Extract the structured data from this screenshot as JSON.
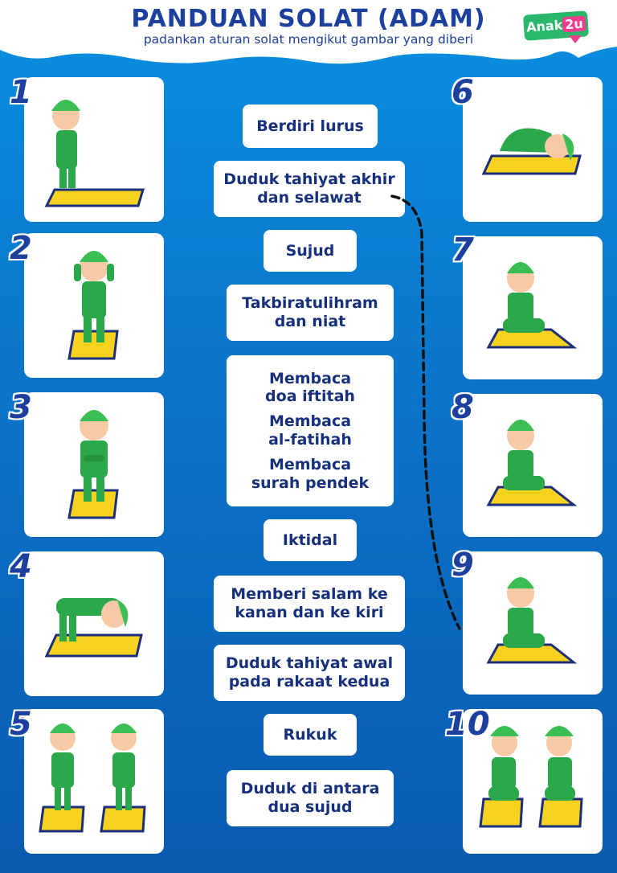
{
  "header": {
    "title": "PANDUAN SOLAT (ADAM)",
    "subtitle": "padankan aturan solat mengikut gambar yang diberi",
    "logo_main": "Anak",
    "logo_accent": "2u"
  },
  "numbers": [
    "1",
    "2",
    "3",
    "4",
    "5",
    "6",
    "7",
    "8",
    "9",
    "10"
  ],
  "labels": {
    "berdiri": "Berdiri lurus",
    "tahiyat_akhir": "Duduk tahiyat akhir\ndan selawat",
    "sujud": "Sujud",
    "takbir": "Takbiratulihram\ndan niat",
    "doa": "Membaca\ndoa iftitah",
    "fatihah": "Membaca\nal-fatihah",
    "surah": "Membaca\nsurah pendek",
    "iktidal": "Iktidal",
    "salam": "Memberi salam ke\nkanan dan ke kiri",
    "tahiyat_awal": "Duduk tahiyat awal\npada rakaat kedua",
    "rukuk": "Rukuk",
    "duduk_antara": "Duduk di antara\ndua sujud"
  },
  "icons": {
    "card1": "standing-boy-icon",
    "card2": "takbir-boy-icon",
    "card3": "qiyam-boy-icon",
    "card4": "rukuk-boy-icon",
    "card5": "iktidal-boys-icon",
    "card6": "sujud-boy-icon",
    "card7": "sitting-boy-icon",
    "card8": "sitting-boy-icon",
    "card9": "sitting-boy-icon",
    "card10": "salam-boys-icon"
  },
  "colors": {
    "background": "#0a7fd4",
    "navy": "#1d3f9e",
    "shirt": "#2aa84a",
    "cap": "#3bbf55",
    "mat": "#f7d21e",
    "mat_border": "#1d2f7a"
  }
}
